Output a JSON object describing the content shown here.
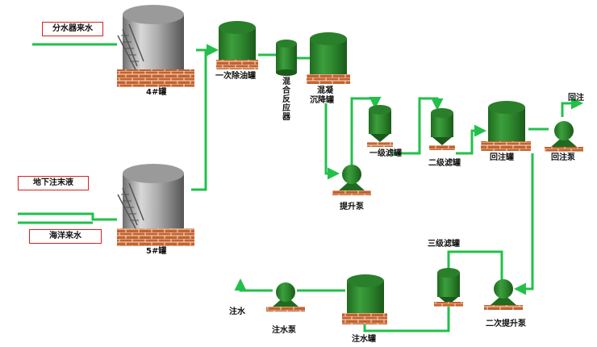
{
  "colors": {
    "pipe": "#22c04a",
    "tank_green": "#2f8f2f",
    "brick": "#c0602c",
    "box_border": "#d82020"
  },
  "sources": {
    "fenshui": "分水器来水",
    "dixia": "地下注末液",
    "haiyang": "海洋来水"
  },
  "tanks": {
    "t4": "4#罐",
    "t5": "5#罐",
    "chucao": "一次除油罐",
    "hunhe": "混合反应器",
    "chenjiang_top": "混凝",
    "chenjiang_bottom": "沉降罐",
    "huizhu": "回注罐",
    "zhushui": "注水罐"
  },
  "filters": {
    "f1": "一级滤罐",
    "f2": "二级滤罐",
    "f3": "三级滤罐"
  },
  "pumps": {
    "tisheng": "提升泵",
    "huizhu_pump": "回注泵",
    "erci": "二次提升泵",
    "zhushui_pump": "注水泵"
  },
  "outlets": {
    "huizhu_out": "回注",
    "zhushui_out": "注水"
  }
}
